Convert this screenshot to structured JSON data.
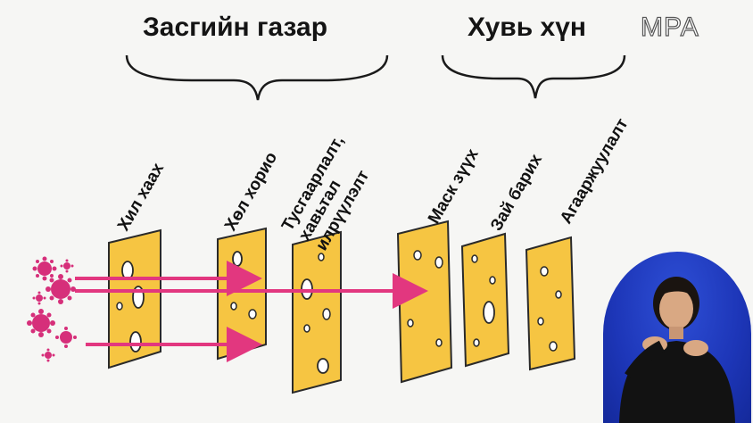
{
  "groups": {
    "government": "Засгийн газар",
    "personal": "Хувь хүн"
  },
  "watermark": "MPA",
  "layers": [
    {
      "label_lines": [
        "Хил хаах"
      ]
    },
    {
      "label_lines": [
        "Хөл хорио"
      ]
    },
    {
      "label_lines": [
        "Тусгаарлалт,",
        "хавьтал",
        "илрүүлэлт"
      ]
    },
    {
      "label_lines": [
        "Маск зүүх"
      ]
    },
    {
      "label_lines": [
        "Зай барих"
      ]
    },
    {
      "label_lines": [
        "Агааржуулалт"
      ]
    }
  ],
  "colors": {
    "cheese_fill": "#f6c542",
    "cheese_stroke": "#2a2a2a",
    "arrow": "#e2377f",
    "virus": "#d62f7a",
    "interpreter_bg": "#1d36b8"
  },
  "icons": {
    "virus": "virus-icon",
    "interpreter": "sign-language-interpreter"
  }
}
